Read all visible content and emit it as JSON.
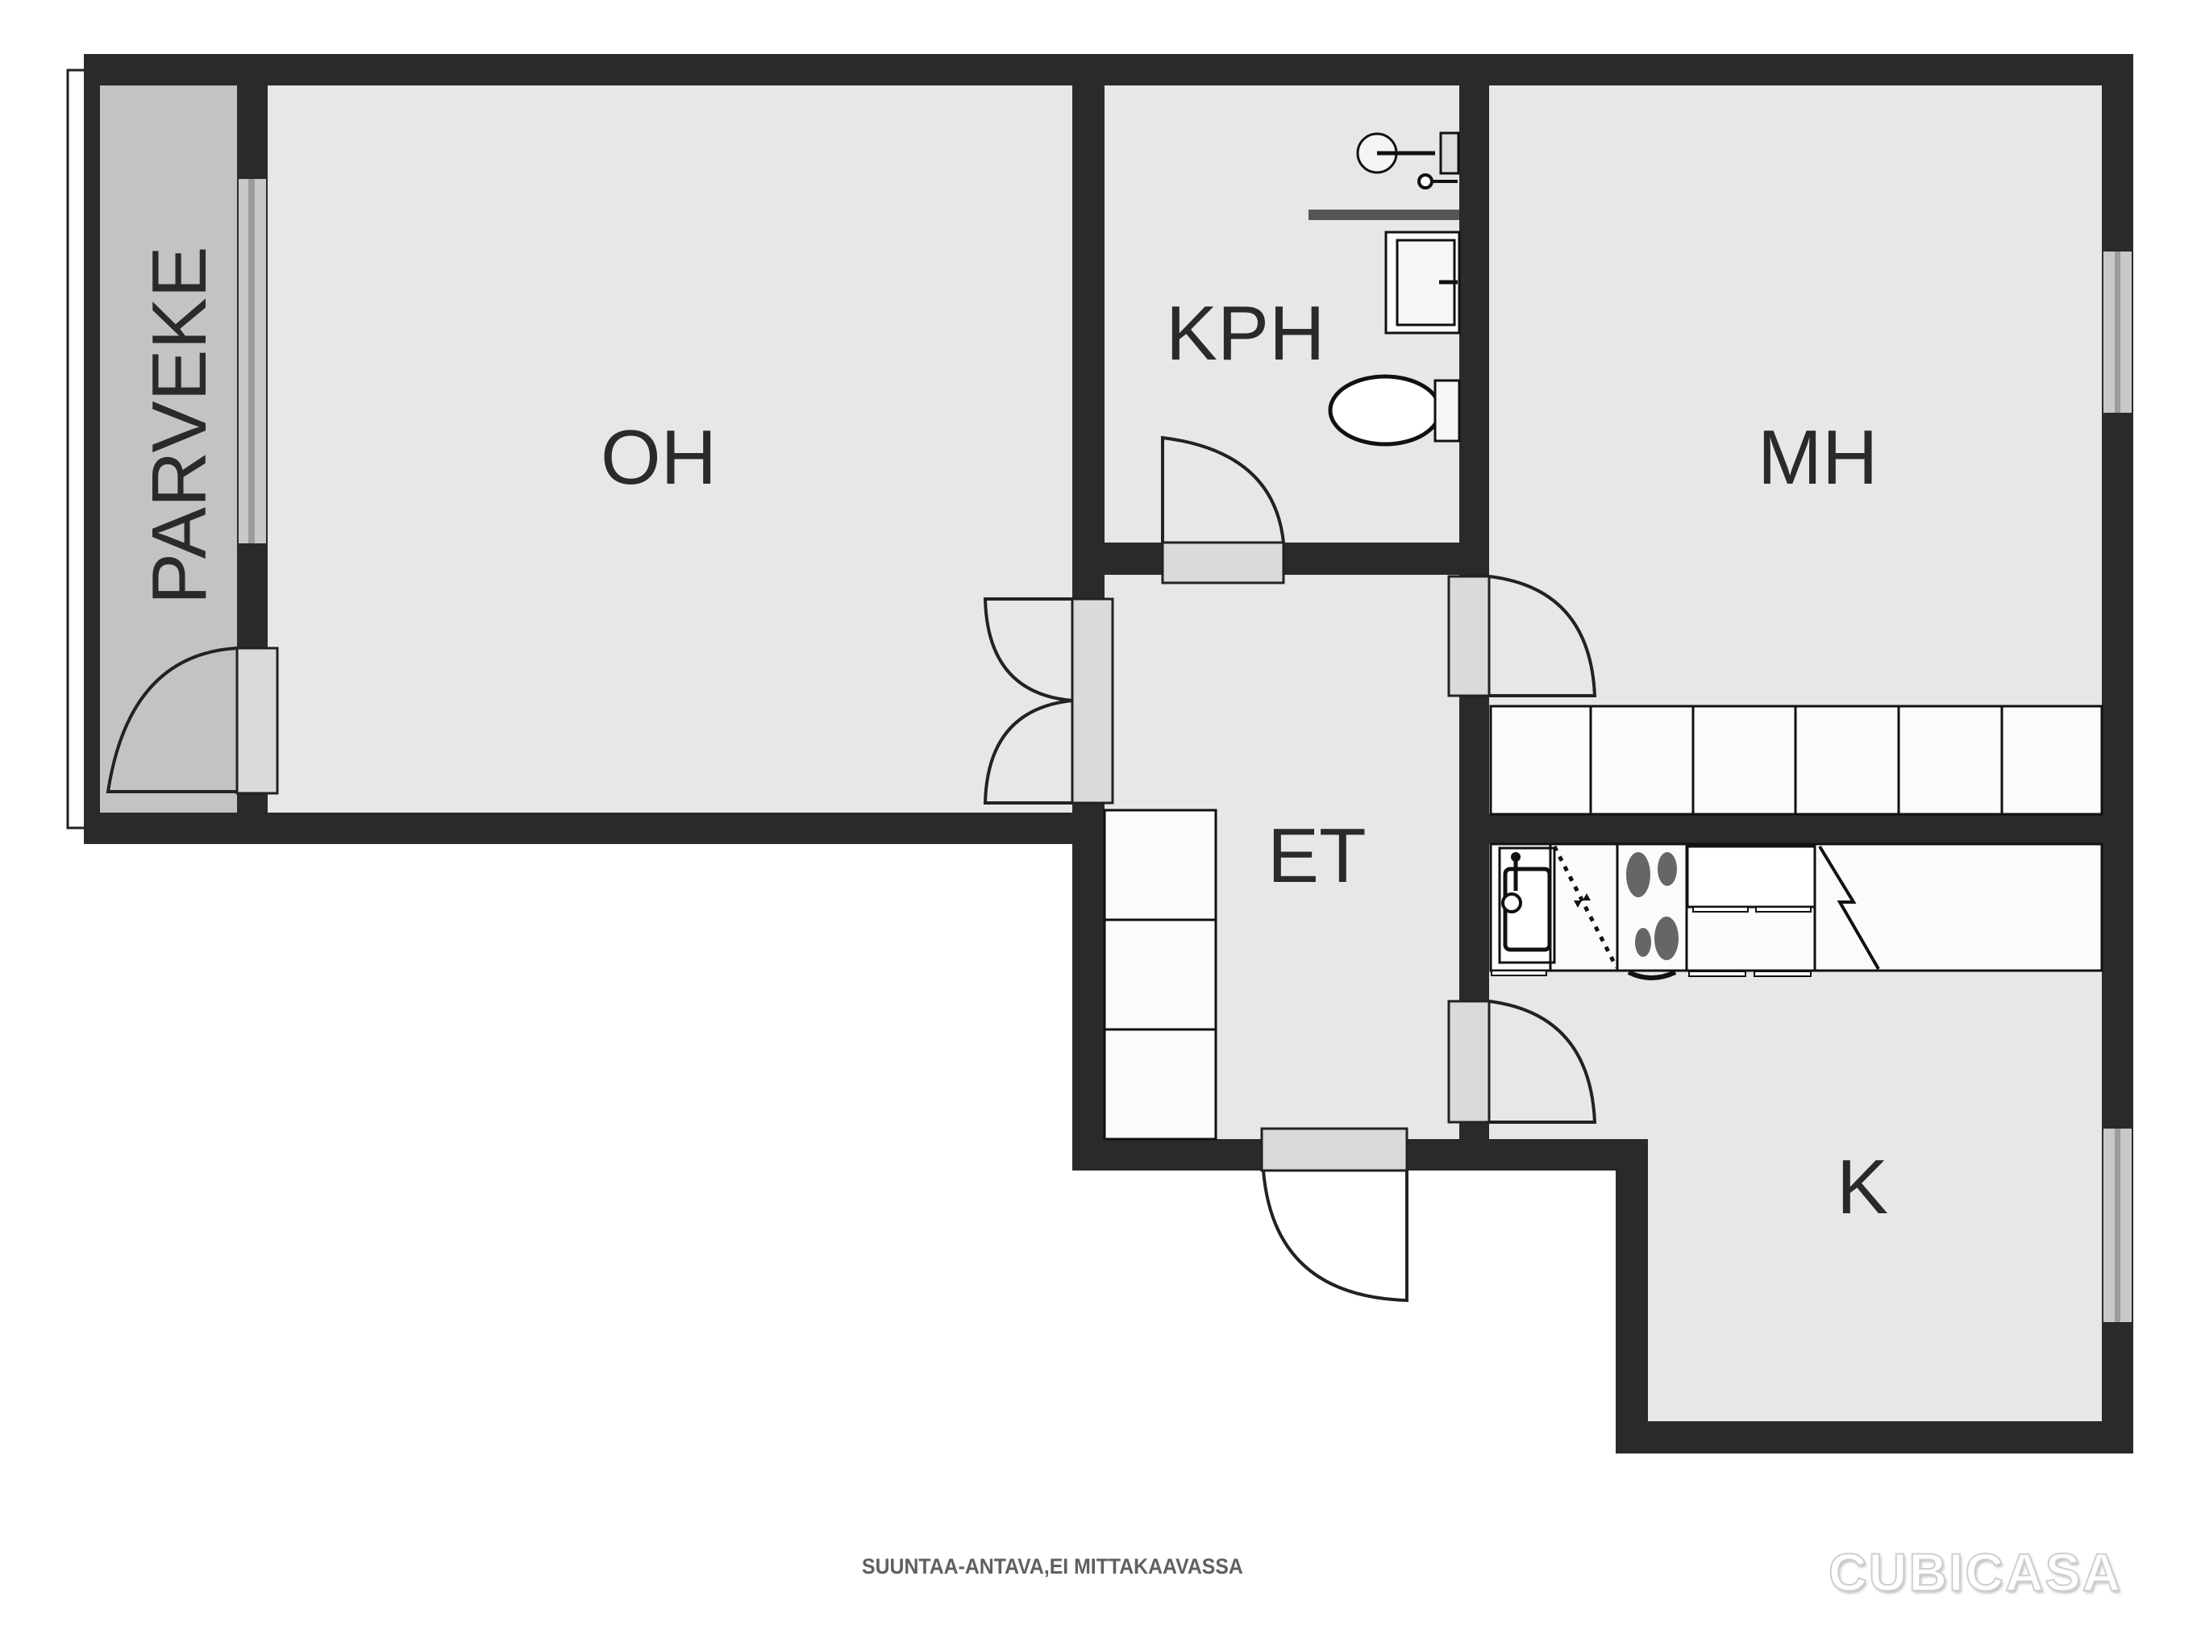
{
  "floorplan": {
    "rooms": [
      {
        "id": "parveke",
        "label": "PARVEKE",
        "meaning": "balcony"
      },
      {
        "id": "oh",
        "label": "OH"
      },
      {
        "id": "kph",
        "label": "KPH"
      },
      {
        "id": "mh",
        "label": "MH"
      },
      {
        "id": "et",
        "label": "ET"
      },
      {
        "id": "k",
        "label": "K"
      }
    ],
    "colors": {
      "wall": "#2a2a2a",
      "room_fill": "#e7e7e7",
      "balcony_fill": "#c3c3c3",
      "door_frame": "#dadada",
      "window": "#c8c8c8",
      "burner": "#666666"
    },
    "fixtures": {
      "kph": [
        "shower-icon",
        "shower-screen",
        "sink-icon",
        "toilet-icon"
      ],
      "k": [
        "kitchen-sink-icon",
        "dishwasher-icon",
        "stove-icon",
        "cabinets",
        "fridge-icon"
      ],
      "mh_wardrobe_units": 6,
      "et_wardrobe_units": 3
    }
  },
  "footer": {
    "note": "SUUNTAA-ANTAVA,EI MITTAKAAVASSA",
    "logo": "CUBICASA"
  }
}
